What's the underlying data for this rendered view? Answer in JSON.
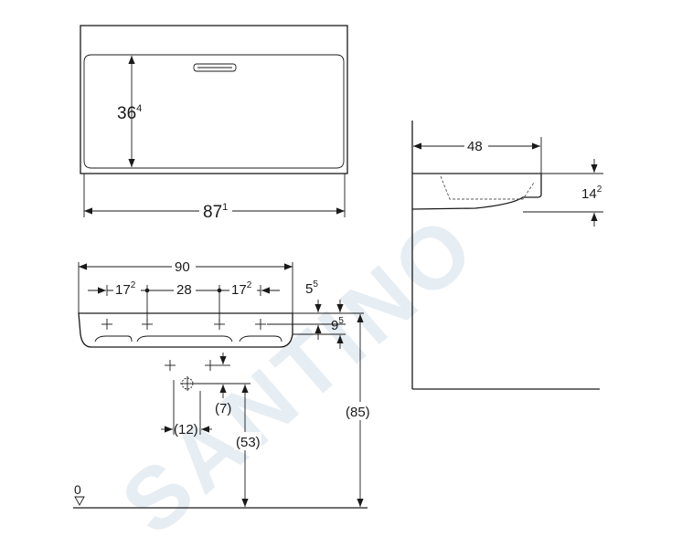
{
  "watermark": "SANTINO",
  "top_view": {
    "height_label": "36",
    "height_label_sup": "4",
    "width_label": "87",
    "width_label_sup": "1"
  },
  "side_view": {
    "depth_label": "48",
    "thickness_label": "14",
    "thickness_label_sup": "2"
  },
  "front_view": {
    "overall_width_label": "90",
    "left_spacing_label": "17",
    "left_spacing_sup": "2",
    "center_spacing_label": "28",
    "right_spacing_label": "17",
    "right_spacing_sup": "2",
    "top_offset_label": "5",
    "top_offset_sup": "5",
    "fixing_height_label": "9",
    "fixing_height_sup": "5",
    "drain_offset_label": "(7)",
    "drain_width_label": "(12)",
    "drain_height_label": "(53)",
    "total_height_label": "(85)",
    "floor_label": "0"
  }
}
